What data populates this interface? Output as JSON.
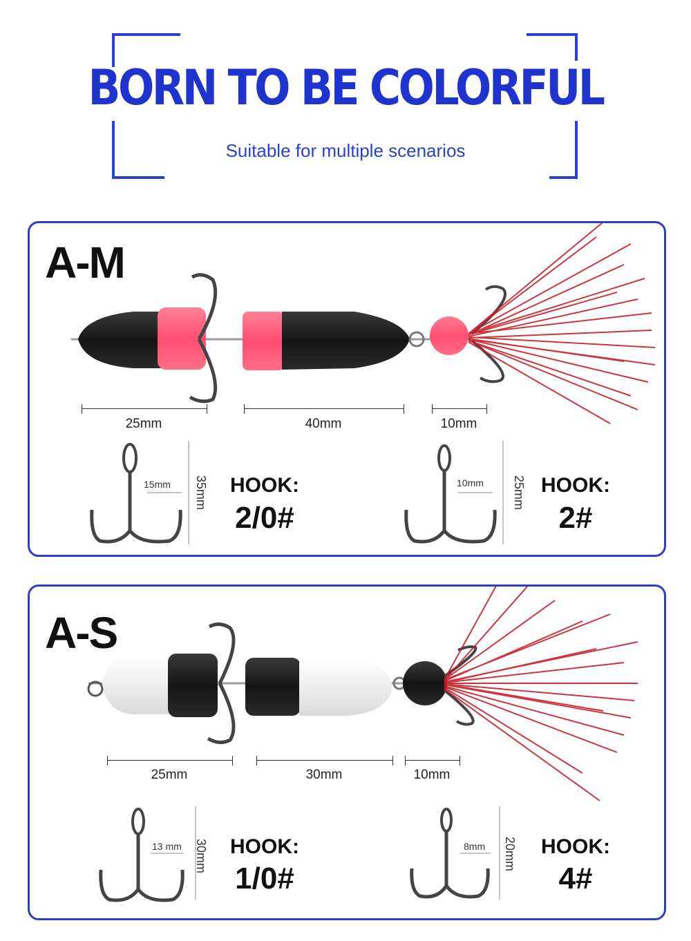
{
  "header": {
    "title": "BORN TO BE COLORFUL",
    "subtitle": "Suitable for multiple scenarios"
  },
  "colors": {
    "accent_blue": "#2a3fd6",
    "foam_black": "#1c1c1c",
    "foam_pink": "#ff5c7a",
    "foam_white": "#f4f4f4",
    "tinsel_red": "#c81f2a"
  },
  "products": [
    {
      "model": "A-M",
      "dimensions": [
        "25mm",
        "40mm",
        "10mm"
      ],
      "hooks": [
        {
          "label": "HOOK:",
          "size": "2/0#",
          "width": "15mm",
          "height": "35mm"
        },
        {
          "label": "HOOK:",
          "size": "2#",
          "width": "10mm",
          "height": "25mm"
        }
      ]
    },
    {
      "model": "A-S",
      "dimensions": [
        "25mm",
        "30mm",
        "10mm"
      ],
      "hooks": [
        {
          "label": "HOOK:",
          "size": "1/0#",
          "width": "13 mm",
          "height": "30mm"
        },
        {
          "label": "HOOK:",
          "size": "4#",
          "width": "8mm",
          "height": "20mm"
        }
      ]
    }
  ]
}
